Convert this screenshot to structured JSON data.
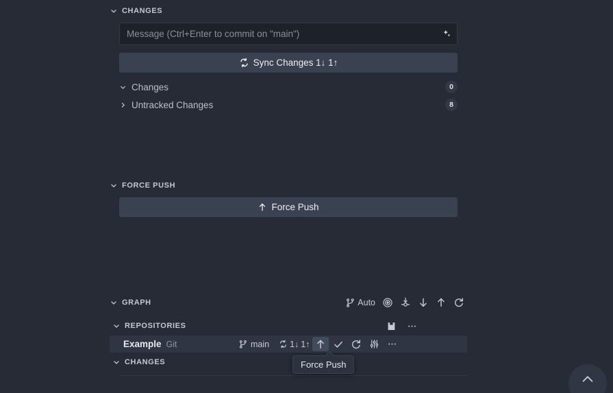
{
  "colors": {
    "background": "#262b36",
    "button": "#3a4151",
    "input_background": "#1d212a",
    "row_highlight": "#2f3542",
    "tooltip_background": "#2c323e",
    "badge_background": "#323845",
    "text_primary": "#cfd3dc",
    "text_muted": "#8a909c"
  },
  "changes_section": {
    "title": "CHANGES",
    "chevron_icon": "chevron-down-icon",
    "commit_input": {
      "placeholder": "Message (Ctrl+Enter to commit on \"main\")",
      "value": "",
      "sparkle_icon": "sparkle-icon"
    },
    "sync_button": {
      "label": "Sync Changes 1↓ 1↑",
      "icon": "sync-icon"
    },
    "tree": [
      {
        "label": "Changes",
        "count": "0",
        "twisty_icon": "chevron-down-icon",
        "expanded": true
      },
      {
        "label": "Untracked Changes",
        "count": "8",
        "twisty_icon": "chevron-right-icon",
        "expanded": false
      }
    ]
  },
  "force_push_section": {
    "title": "FORCE PUSH",
    "chevron_icon": "chevron-down-icon",
    "button": {
      "label": "Force Push",
      "icon": "arrow-up-icon"
    }
  },
  "graph_section": {
    "title": "GRAPH",
    "chevron_icon": "chevron-down-icon",
    "actions": [
      {
        "name": "auto-branch-toggle",
        "label": "Auto",
        "icon": "git-branch-icon"
      },
      {
        "name": "focus-repository-button",
        "label": "",
        "icon": "target-icon"
      },
      {
        "name": "fetch-button",
        "label": "",
        "icon": "fetch-icon"
      },
      {
        "name": "pull-button",
        "label": "",
        "icon": "arrow-down-icon"
      },
      {
        "name": "push-button",
        "label": "",
        "icon": "arrow-up-icon"
      },
      {
        "name": "refresh-button",
        "label": "",
        "icon": "refresh-icon"
      }
    ]
  },
  "repositories_section": {
    "title": "REPOSITORIES",
    "chevron_icon": "chevron-down-icon",
    "header_actions": [
      {
        "name": "save-button",
        "icon": "save-icon"
      },
      {
        "name": "more-actions-button",
        "icon": "ellipsis-icon"
      }
    ],
    "rows": [
      {
        "name": "Example",
        "type": "Git",
        "branch": "main",
        "branch_icon": "git-branch-icon",
        "sync_icon": "sync-icon",
        "behind": "1↓",
        "ahead": "1↑",
        "actions": [
          {
            "name": "force-push-button",
            "icon": "arrow-up-icon",
            "hovered": true
          },
          {
            "name": "commit-button",
            "icon": "check-icon",
            "hovered": false
          },
          {
            "name": "refresh-button",
            "icon": "refresh-icon",
            "hovered": false
          },
          {
            "name": "repository-settings-button",
            "icon": "settings-sliders-icon",
            "hovered": false
          },
          {
            "name": "more-actions-button",
            "icon": "ellipsis-icon",
            "hovered": false
          }
        ]
      }
    ]
  },
  "bottom_changes_section": {
    "title": "CHANGES",
    "chevron_icon": "chevron-down-icon"
  },
  "tooltip": {
    "text": "Force Push"
  },
  "scroll_to_top": {
    "icon": "chevron-up-icon"
  }
}
